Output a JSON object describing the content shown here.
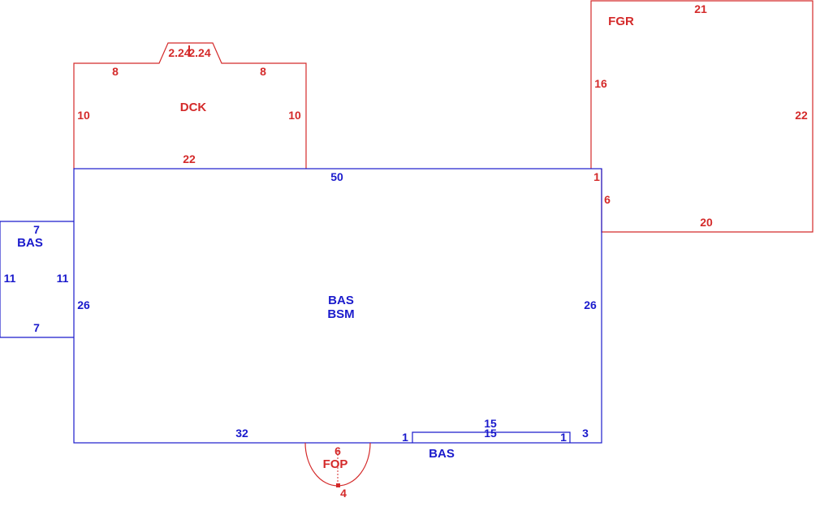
{
  "colors": {
    "red": "#d42a2a",
    "blue": "#1a1acc",
    "background": "#ffffff"
  },
  "areas": {
    "deck": {
      "label": "DCK",
      "dims": {
        "top_left": "8",
        "top_right": "8",
        "step_left": "2.24",
        "step_right": "2.24",
        "left": "10",
        "right": "10",
        "bottom": "22"
      }
    },
    "garage": {
      "label": "FGR",
      "dims": {
        "top": "21",
        "left": "16",
        "right": "22",
        "bottom": "20",
        "connector_top": "1",
        "connector_side": "6"
      }
    },
    "main": {
      "label_line1": "BAS",
      "label_line2": "BSM",
      "dims": {
        "top": "50",
        "left": "26",
        "right": "26",
        "bottom": "32"
      }
    },
    "left_wing": {
      "label": "BAS",
      "dims": {
        "top": "7",
        "bottom": "7",
        "left": "11",
        "right": "11"
      }
    },
    "bottom_strip": {
      "label": "BAS",
      "dims": {
        "top": "15",
        "inner": "15",
        "left": "1",
        "right": "1",
        "side": "3"
      }
    },
    "porch": {
      "label": "FOP",
      "dims": {
        "top": "6",
        "bottom": "4"
      }
    }
  }
}
